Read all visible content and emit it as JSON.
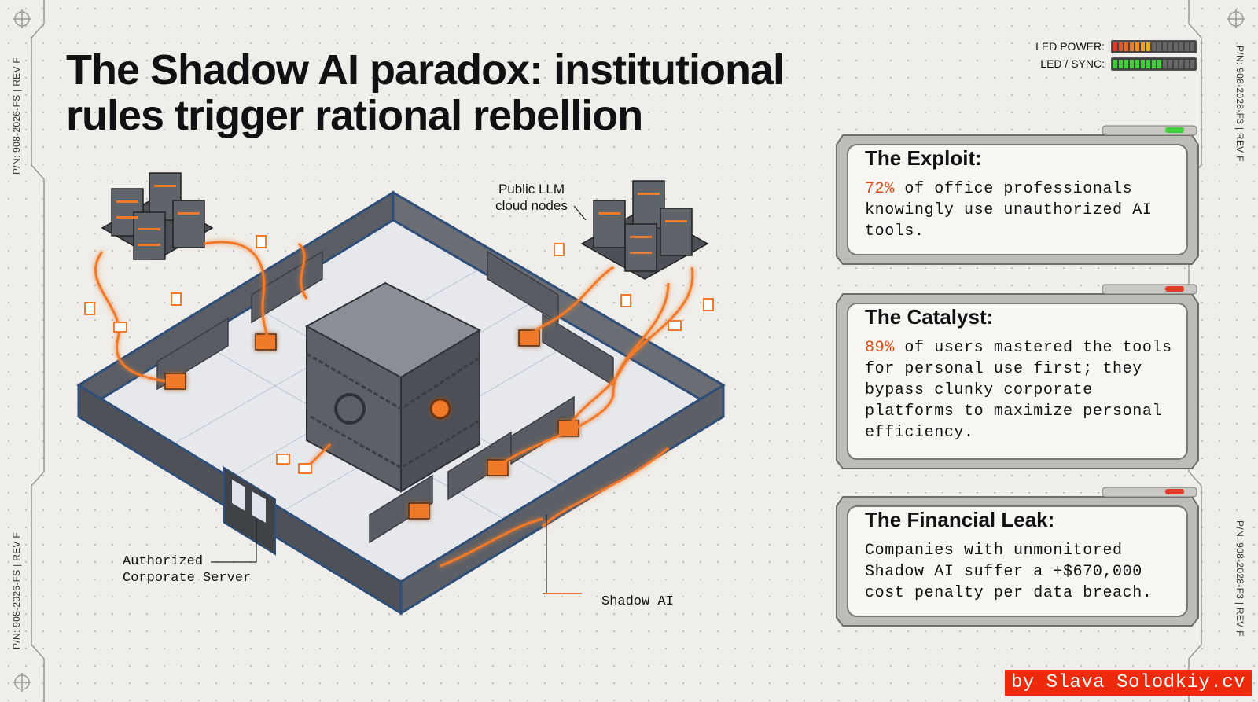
{
  "title": {
    "line1": "The Shadow AI paradox: institutional",
    "line2": "rules trigger rational rebellion"
  },
  "part_numbers": {
    "left_top": "P/N: 908-2026-FS | REV F",
    "left_bottom": "P/N: 908-2026-FS | REV F",
    "right_top": "P/N: 908-2028-F3 | REV F",
    "right_bottom": "P/N: 908-2028-F3 | REV F"
  },
  "leds": {
    "power_label": "LED POWER:",
    "sync_label": "LED / SYNC:"
  },
  "cards": [
    {
      "title": "The Exploit:",
      "highlight": "72%",
      "body": " of office professionals knowingly use unauthorized AI tools."
    },
    {
      "title": "The Catalyst:",
      "highlight": "89%",
      "body": " of users mastered the tools for personal use first; they bypass clunky corporate platforms to maximize personal efficiency."
    },
    {
      "title": "The Financial Leak:",
      "body": "Companies with unmonitored Shadow AI suffer a +$670,000 cost penalty per data breach."
    }
  ],
  "callouts": {
    "llm_line1": "Public LLM",
    "llm_line2": "cloud nodes",
    "server_line1": "Authorized",
    "server_line2": "Corporate Server",
    "shadow": "Shadow AI"
  },
  "watermark": "by Slava Solodkiy.cv",
  "colors": {
    "accent_orange": "#f07a2a",
    "highlight_red": "#d54a17",
    "wall_dark": "#55595f",
    "wall_edge": "#2f4f7a",
    "led_green": "#3fcf3a",
    "led_red": "#e23b2a"
  }
}
